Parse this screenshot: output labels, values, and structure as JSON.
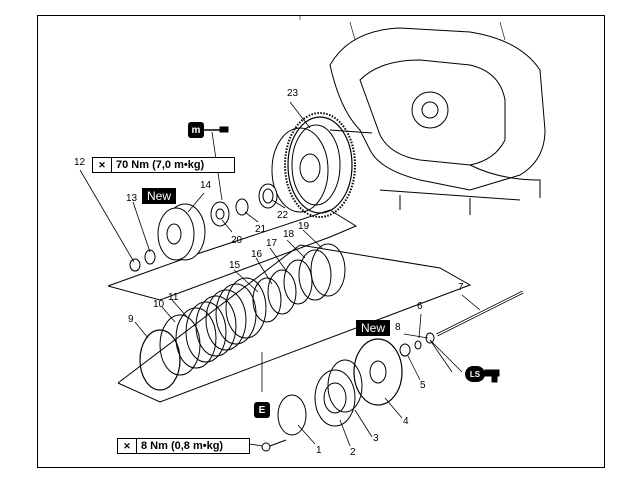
{
  "torque": {
    "nut": "70 Nm (7,0 m•kg)",
    "bolt": "8 Nm (0,8 m•kg)"
  },
  "tags": {
    "new_top": "New",
    "new_right": "New"
  },
  "lubricants": {
    "molybdenum": "m",
    "engine_oil": "E",
    "lithium_soap": "LS"
  },
  "callouts": [
    "1",
    "2",
    "3",
    "4",
    "5",
    "6",
    "7",
    "8",
    "9",
    "10",
    "11",
    "12",
    "13",
    "14",
    "15",
    "16",
    "17",
    "18",
    "19",
    "20",
    "21",
    "22",
    "23"
  ],
  "colors": {
    "ink": "#000000",
    "paper": "#ffffff"
  }
}
